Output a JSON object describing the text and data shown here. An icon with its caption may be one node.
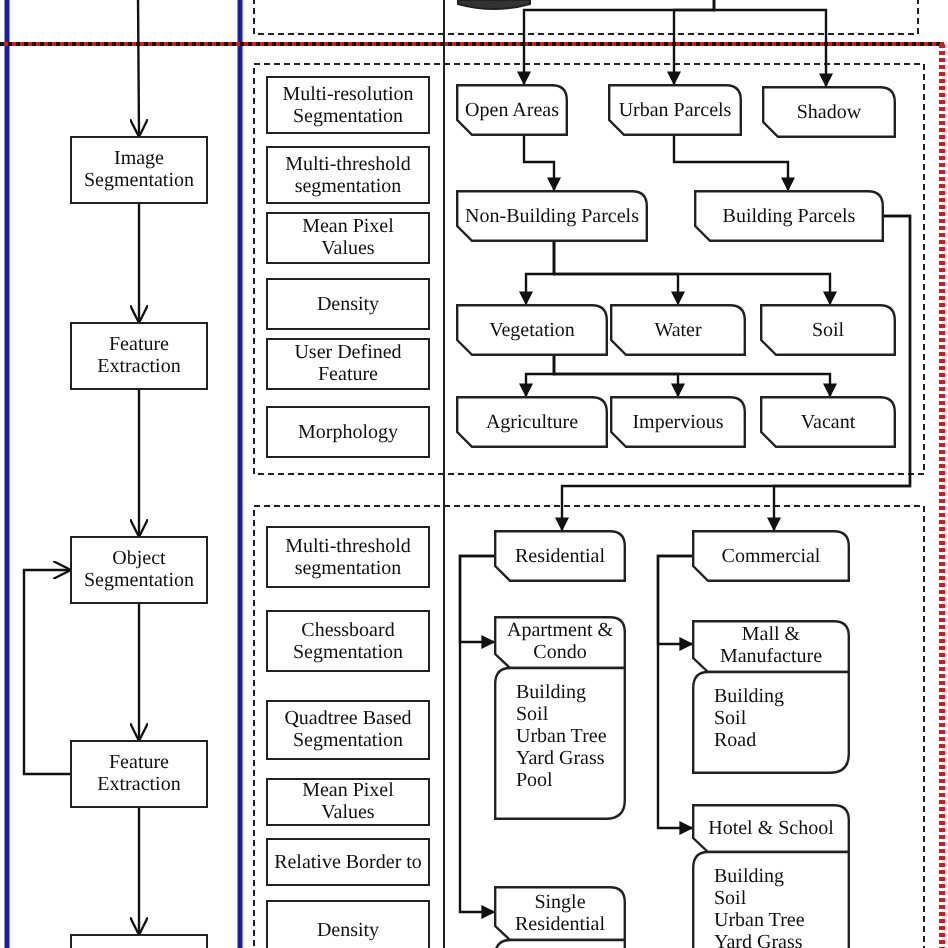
{
  "diagram": {
    "nodes": [
      {
        "text": [
          "Image Segmentation"
        ]
      },
      {
        "text": [
          "Feature Extraction"
        ]
      },
      {
        "text": [
          "Object Segmentation"
        ]
      },
      {
        "text": [
          "Feature Extraction"
        ]
      },
      {
        "text": [],
        "shape": "box"
      },
      {
        "text": [
          "Multi-resolution Segmentation"
        ]
      },
      {
        "text": [
          "Multi-threshold segmentation"
        ]
      },
      {
        "text": [
          "Mean Pixel Values"
        ]
      },
      {
        "text": [
          "Density"
        ]
      },
      {
        "text": [
          "User Defined Feature"
        ]
      },
      {
        "text": [
          "Morphology"
        ]
      },
      {
        "text": [
          "Open Areas"
        ]
      },
      {
        "text": [
          "Urban Parcels"
        ]
      },
      {
        "text": [
          "Shadow"
        ]
      },
      {
        "text": [
          "Non-Building Parcels"
        ]
      },
      {
        "text": [
          "Building Parcels"
        ]
      },
      {
        "text": [
          "Vegetation"
        ]
      },
      {
        "text": [
          "Water"
        ]
      },
      {
        "text": [
          "Soil"
        ]
      },
      {
        "text": [
          "Agriculture"
        ]
      },
      {
        "text": [
          "Impervious"
        ]
      },
      {
        "text": [
          "Vacant"
        ]
      },
      {
        "text": [
          "Multi-threshold segmentation"
        ]
      },
      {
        "text": [
          "Chessboard Segmentation"
        ]
      },
      {
        "text": [
          "Quadtree Based Segmentation"
        ]
      },
      {
        "text": [
          "Mean Pixel Values"
        ]
      },
      {
        "text": [
          "Relative Border to"
        ]
      },
      {
        "text": [
          "Density"
        ]
      },
      {
        "text": [
          "Residential"
        ]
      },
      {
        "text": [
          "Commercial"
        ]
      },
      {
        "text": [
          "Apartment & Condo",
          "Building",
          "Soil",
          "Urban Tree",
          "Yard Grass",
          "Pool"
        ]
      },
      {
        "text": [
          "Mall & Manufacture",
          "Building",
          "Soil",
          "Road"
        ]
      },
      {
        "text": [
          "Hotel & School",
          "Building",
          "Soil",
          "Urban Tree",
          "Yard Grass"
        ]
      },
      {
        "text": [
          "Single Residential"
        ]
      }
    ],
    "edges": [
      {
        "from": null,
        "to": 0,
        "arrow": "to"
      },
      {
        "from": 0,
        "to": 1,
        "arrow": "to"
      },
      {
        "from": 1,
        "to": 2,
        "arrow": "to"
      },
      {
        "from": 2,
        "to": 3,
        "arrow": "to"
      },
      {
        "from": 3,
        "to": 2,
        "arrow": "to"
      },
      {
        "from": 3,
        "to": 4,
        "arrow": "to"
      },
      {
        "from": null,
        "to": 11,
        "arrow": "to"
      },
      {
        "from": null,
        "to": 12,
        "arrow": "to"
      },
      {
        "from": null,
        "to": 13,
        "arrow": "to"
      },
      {
        "from": 11,
        "to": 14,
        "arrow": "to"
      },
      {
        "from": 12,
        "to": 15,
        "arrow": "to"
      },
      {
        "from": 14,
        "to": 16,
        "arrow": "to"
      },
      {
        "from": 14,
        "to": 17,
        "arrow": "to"
      },
      {
        "from": 14,
        "to": 18,
        "arrow": "to"
      },
      {
        "from": 16,
        "to": 19,
        "arrow": "to"
      },
      {
        "from": 16,
        "to": 20,
        "arrow": "to"
      },
      {
        "from": 16,
        "to": 21,
        "arrow": "to"
      },
      {
        "from": 15,
        "to": 28,
        "arrow": "to"
      },
      {
        "from": 15,
        "to": 29,
        "arrow": "to"
      },
      {
        "from": 28,
        "to": 30,
        "arrow": "to"
      },
      {
        "from": 28,
        "to": 33,
        "arrow": "to"
      },
      {
        "from": 29,
        "to": 31,
        "arrow": "to"
      },
      {
        "from": 29,
        "to": 32,
        "arrow": "to"
      }
    ]
  }
}
